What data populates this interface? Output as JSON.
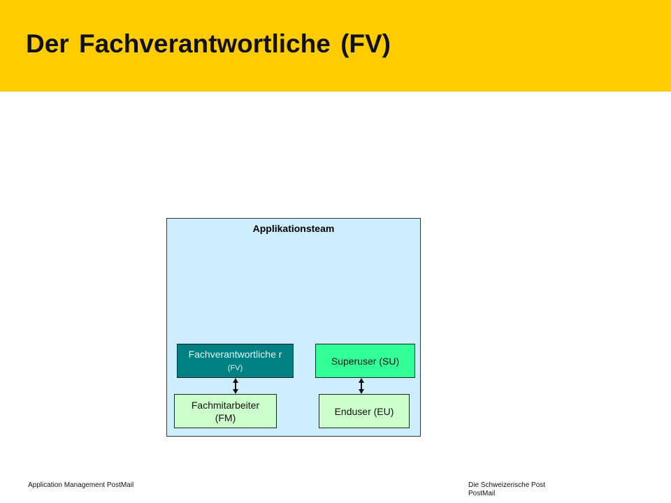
{
  "slide": {
    "title": "Der Fachverantwortliche  (FV)"
  },
  "diagram": {
    "group_label": "Applikationsteam",
    "nodes": {
      "fv": {
        "label_main": "Fachverantwortliche r",
        "label_abbr": "(FV)"
      },
      "su": {
        "label": "Superuser (SU)"
      },
      "fm": {
        "label_line1": "Fachmitarbeiter",
        "label_line2": "(FM)"
      },
      "eu": {
        "label": "Enduser (EU)"
      }
    }
  },
  "footer": {
    "left": "Application Management PostMail",
    "right_line1": "Die Schweizerische Post",
    "right_line2": "PostMail"
  },
  "colors": {
    "header": "#ffcc00",
    "group_fill": "#cceeff",
    "fv_fill": "#008080",
    "su_fill": "#33ff99",
    "fm_fill": "#ccffcc",
    "eu_fill": "#ccffcc"
  }
}
